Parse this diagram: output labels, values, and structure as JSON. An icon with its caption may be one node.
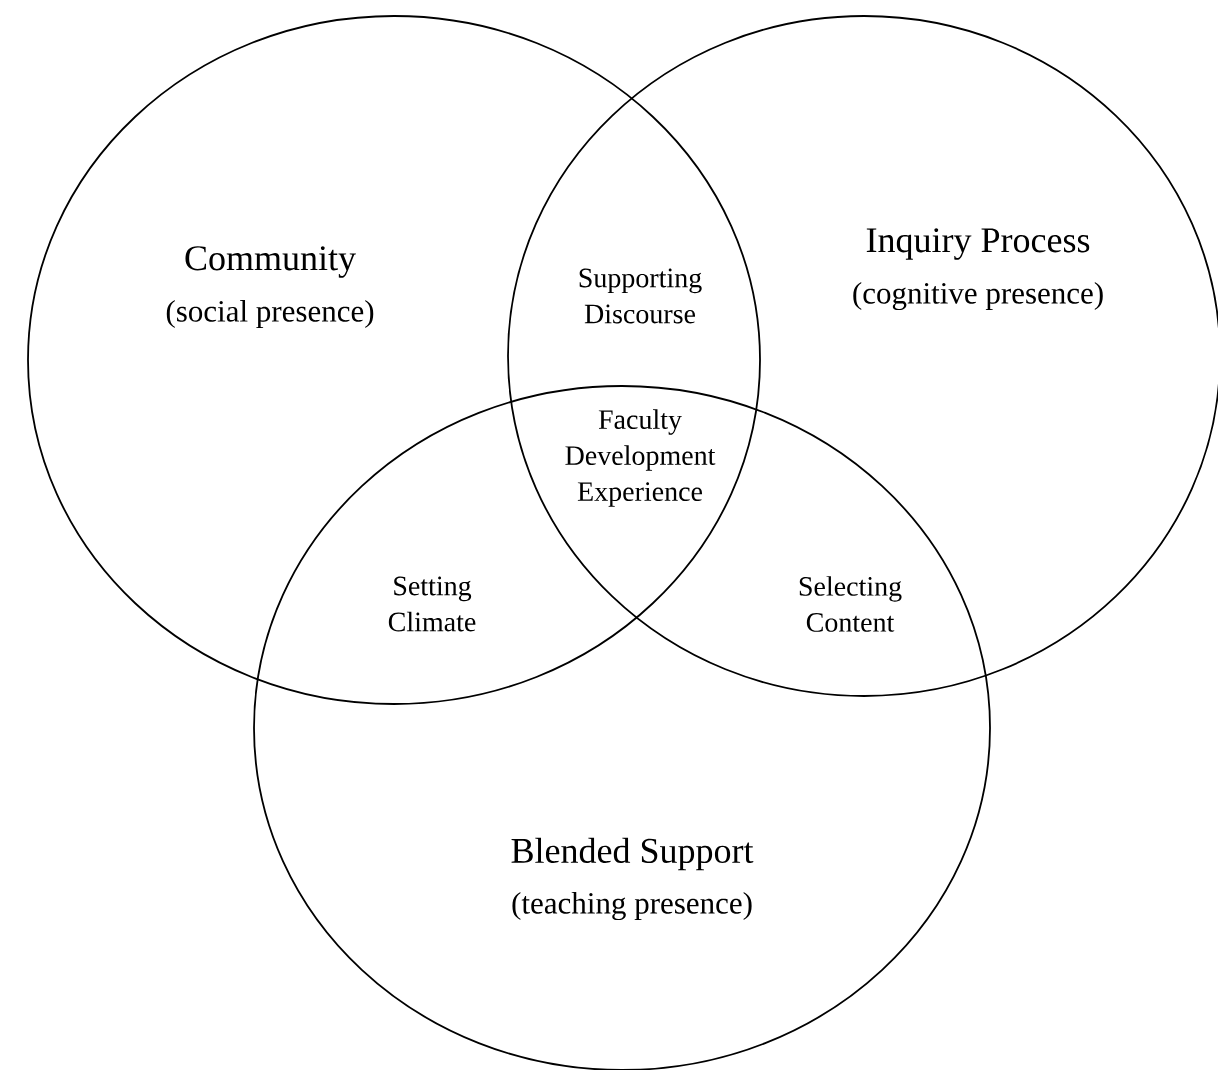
{
  "diagram": {
    "nodes": [
      {
        "text": [
          "Community",
          "(social presence)"
        ]
      },
      {
        "text": [
          "Inquiry Process",
          "(cognitive presence)"
        ]
      },
      {
        "text": [
          "Blended Support",
          "(teaching presence)"
        ]
      }
    ],
    "labels": [
      "Supporting Discourse",
      "Faculty Development Experience",
      "Setting Climate",
      "Selecting Content"
    ]
  }
}
